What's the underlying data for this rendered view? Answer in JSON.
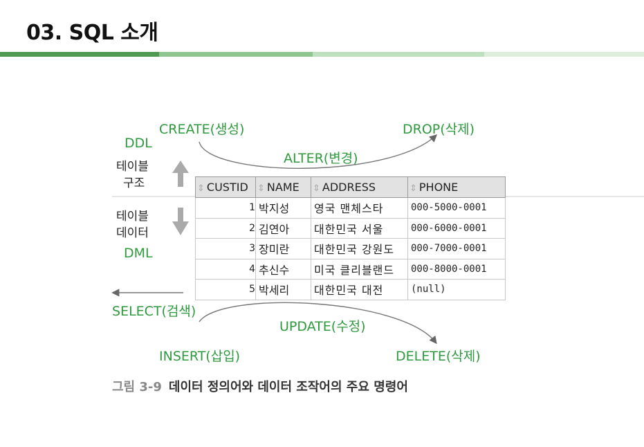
{
  "title": "03. SQL 소개",
  "title_bar_colors": [
    "#4e9a51",
    "#8fc58f",
    "#bfe0bf",
    "#deeedd"
  ],
  "accent_color": "#2e9a3e",
  "diagram": {
    "ddl": "DDL",
    "dml": "DML",
    "table_structure_line1": "테이블",
    "table_structure_line2": "구조",
    "table_data_line1": "테이블",
    "table_data_line2": "데이터",
    "create": "CREATE(생성)",
    "alter": "ALTER(변경)",
    "drop": "DROP(삭제)",
    "select": "SELECT(검색)",
    "update": "UPDATE(수정)",
    "insert": "INSERT(삽입)",
    "delete": "DELETE(삭제)"
  },
  "table": {
    "columns": [
      "CUSTID",
      "NAME",
      "ADDRESS",
      "PHONE"
    ],
    "rows": [
      [
        "1",
        "박지성",
        "영국 맨체스타",
        "000-5000-0001"
      ],
      [
        "2",
        "김연아",
        "대한민국 서울",
        "000-6000-0001"
      ],
      [
        "3",
        "장미란",
        "대한민국 강원도",
        "000-7000-0001"
      ],
      [
        "4",
        "추신수",
        "미국 클리블랜드",
        "000-8000-0001"
      ],
      [
        "5",
        "박세리",
        "대한민국 대전",
        "(null)"
      ]
    ]
  },
  "caption": {
    "figure": "그림 3-9",
    "text": "데이터 정의어와 데이터 조작어의 주요 명령어"
  }
}
